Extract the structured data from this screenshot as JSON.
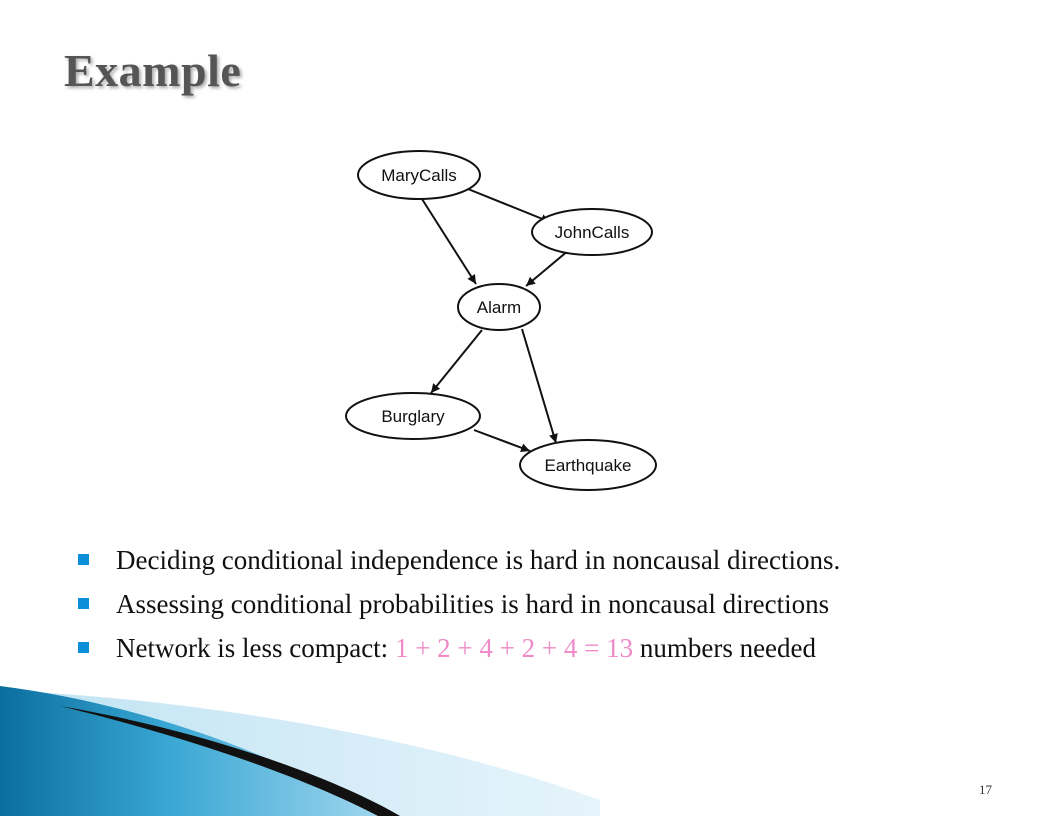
{
  "slide": {
    "title": "Example",
    "page_number": "17"
  },
  "diagram": {
    "nodes": [
      {
        "id": "mary",
        "label": "MaryCalls"
      },
      {
        "id": "john",
        "label": "JohnCalls"
      },
      {
        "id": "alarm",
        "label": "Alarm"
      },
      {
        "id": "burglary",
        "label": "Burglary"
      },
      {
        "id": "earthquake",
        "label": "Earthquake"
      }
    ],
    "edges": [
      {
        "from": "mary",
        "to": "john"
      },
      {
        "from": "mary",
        "to": "alarm"
      },
      {
        "from": "john",
        "to": "alarm"
      },
      {
        "from": "alarm",
        "to": "burglary"
      },
      {
        "from": "alarm",
        "to": "earthquake"
      },
      {
        "from": "burglary",
        "to": "earthquake"
      }
    ]
  },
  "bullets": {
    "item1": "Deciding conditional independence is hard in noncausal directions.",
    "item2": "Assessing conditional probabilities is hard in noncausal directions",
    "item3_pre": "Network is less compact: ",
    "item3_highlight": "1 + 2 + 4 + 2 + 4 = 13",
    "item3_post": " numbers needed"
  },
  "colors": {
    "bullet_marker": "#0a8fd8",
    "highlight": "#f08ac8",
    "title": "#555555"
  }
}
